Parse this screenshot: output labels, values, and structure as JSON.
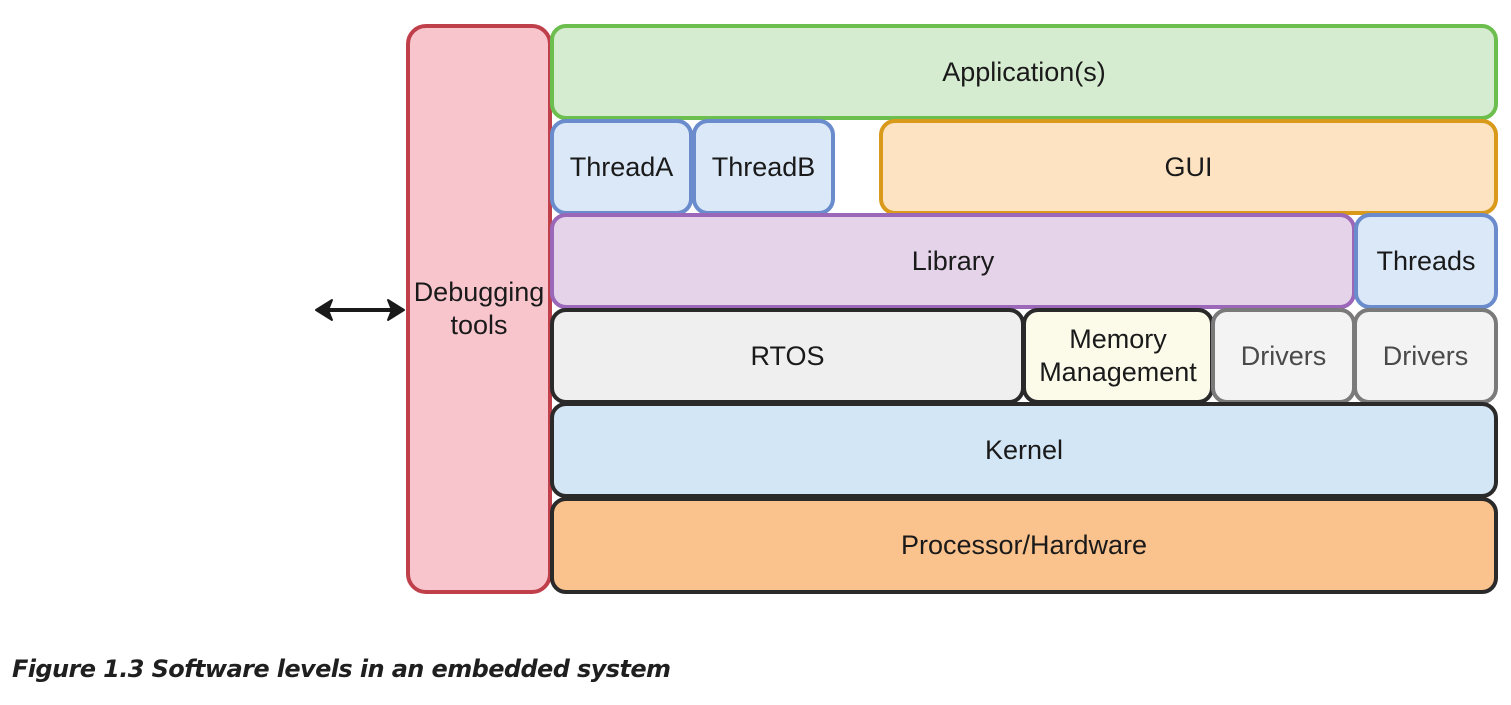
{
  "diagram": {
    "debugging_tools": "Debugging\ntools",
    "application": "Application(s)",
    "thread_a": "ThreadA",
    "thread_b": "ThreadB",
    "gui": "GUI",
    "library": "Library",
    "threads": "Threads",
    "rtos": "RTOS",
    "memory_management": "Memory\nManagement",
    "drivers_1": "Drivers",
    "drivers_2": "Drivers",
    "kernel": "Kernel",
    "processor_hardware": "Processor/Hardware",
    "colors": {
      "debug_fill": "#f8c5cc",
      "debug_border": "#bf3f4b",
      "app_fill": "#d5ecd0",
      "app_border": "#6cbf4f",
      "thread_fill": "#dbe8f8",
      "thread_border": "#6b8ccc",
      "gui_fill": "#fde3c1",
      "gui_border": "#d99a1c",
      "library_fill": "#e5d3ea",
      "library_border": "#9a67b9",
      "rtos_fill": "#efefef",
      "rtos_border": "#2a2a2a",
      "memory_fill": "#fcfbea",
      "drivers_fill": "#f3f3f3",
      "drivers_border": "#7a7a7a",
      "kernel_fill": "#d3e6f6",
      "hardware_fill": "#fac28d"
    }
  },
  "caption": "Figure 1.3 Software levels in an embedded system"
}
